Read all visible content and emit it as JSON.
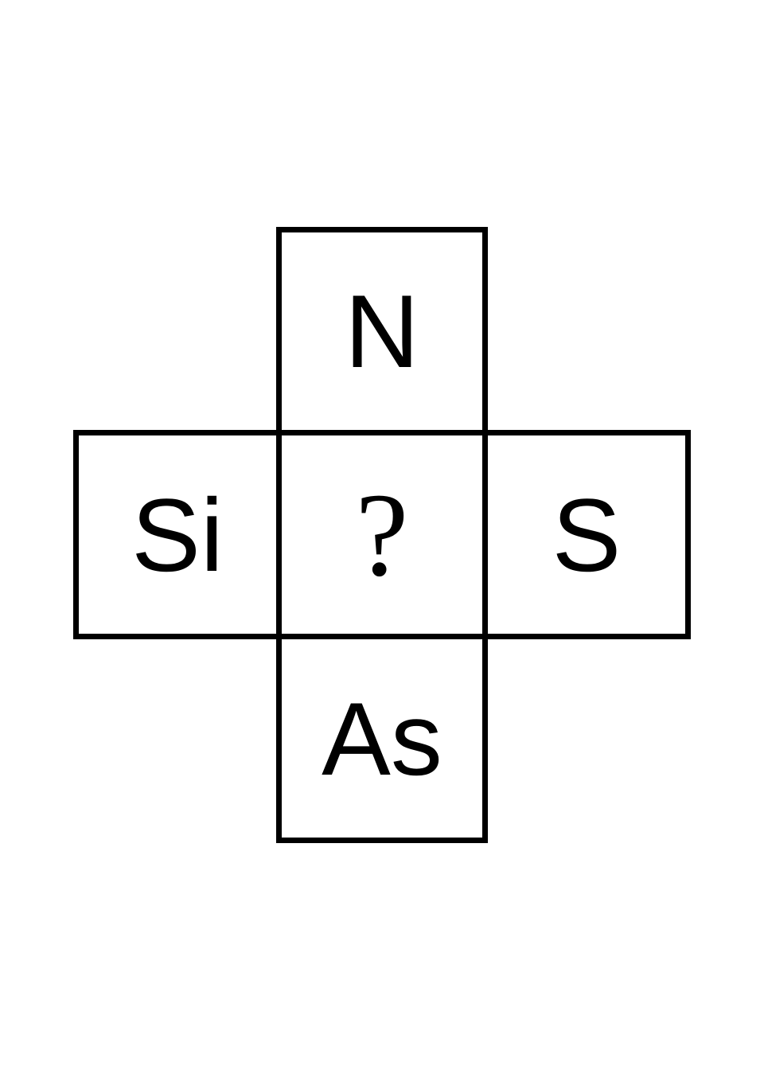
{
  "grid": {
    "top": "N",
    "left": "Si",
    "center": "?",
    "right": "S",
    "bottom": "As"
  },
  "colors": {
    "border": "#000000",
    "text": "#000000",
    "background": "#ffffff"
  }
}
